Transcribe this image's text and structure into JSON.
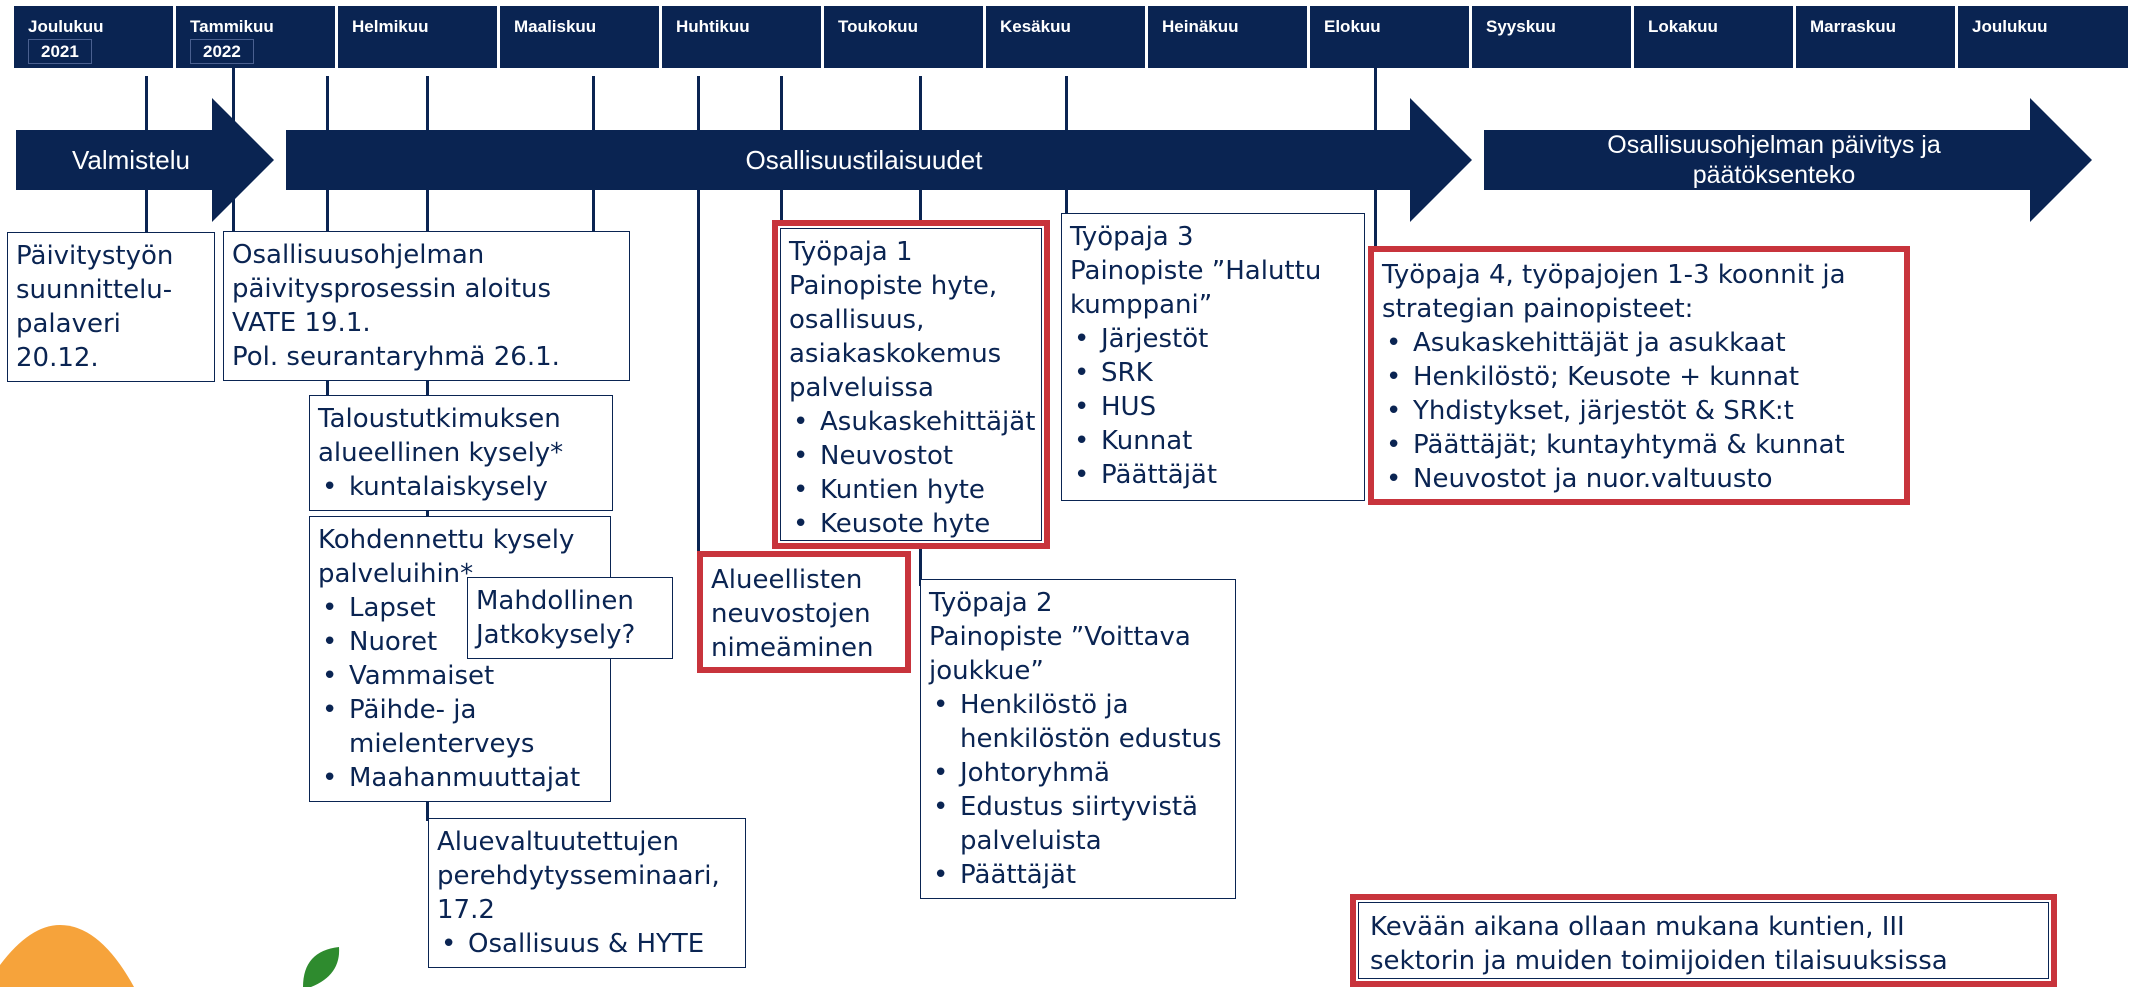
{
  "months": [
    {
      "label": "Joulukuu",
      "year": "2021"
    },
    {
      "label": "Tammikuu",
      "year": "2022"
    },
    {
      "label": "Helmikuu"
    },
    {
      "label": "Maaliskuu"
    },
    {
      "label": "Huhtikuu"
    },
    {
      "label": "Toukokuu"
    },
    {
      "label": "Kesäkuu"
    },
    {
      "label": "Heinäkuu"
    },
    {
      "label": "Elokuu"
    },
    {
      "label": "Syyskuu"
    },
    {
      "label": "Lokakuu"
    },
    {
      "label": "Marraskuu"
    },
    {
      "label": "Joulukuu"
    }
  ],
  "phases": {
    "prep": "Valmistelu",
    "events": "Osallisuustilaisuudet",
    "update_line1": "Osallisuusohjelman päivitys ja",
    "update_line2": "päätöksenteko"
  },
  "boxes": {
    "planning": {
      "lines": [
        "Päivitystyön",
        "suunnittelu-",
        "palaveri",
        "20.12."
      ]
    },
    "kickoff": {
      "lines": [
        "Osallisuusohjelman",
        "päivitysprosessin aloitus",
        "VATE 19.1.",
        "Pol. seurantaryhmä 26.1."
      ]
    },
    "economic_survey": {
      "lines": [
        "Taloustutkimuksen",
        "alueellinen kysely*"
      ],
      "items": [
        "kuntalaiskysely"
      ]
    },
    "targeted_survey": {
      "lines": [
        "Kohdennettu kysely",
        "palveluihin*"
      ],
      "items": [
        "Lapset",
        "Nuoret",
        "Vammaiset",
        "Päihde- ja mielenterveys",
        "Maahanmuuttajat"
      ]
    },
    "followup": {
      "lines": [
        "Mahdollinen",
        "Jatkokysely?"
      ]
    },
    "seminar": {
      "lines": [
        "Aluevaltuutettujen",
        "perehdytysseminaari,",
        "17.2"
      ],
      "items": [
        "Osallisuus & HYTE"
      ]
    },
    "councils": {
      "lines": [
        "Alueellisten",
        "neuvostojen",
        "nimeäminen"
      ]
    },
    "workshop1": {
      "lines": [
        "Työpaja 1",
        "Painopiste hyte,",
        "osallisuus,",
        "asiakaskokemus",
        "palveluissa"
      ],
      "items": [
        "Asukaskehittäjät",
        "Neuvostot",
        "Kuntien hyte",
        "Keusote hyte"
      ]
    },
    "workshop2": {
      "lines": [
        "Työpaja 2",
        "Painopiste ”Voittava",
        "joukkue”"
      ],
      "items": [
        "Henkilöstö ja henkilöstön edustus",
        "Johtoryhmä",
        "Edustus siirtyvistä palveluista",
        "Päättäjät"
      ]
    },
    "workshop3": {
      "lines": [
        "Työpaja 3",
        "Painopiste ”Haluttu",
        "kumppani”"
      ],
      "items": [
        "Järjestöt",
        "SRK",
        "HUS",
        "Kunnat",
        "Päättäjät"
      ]
    },
    "workshop4": {
      "lines": [
        "Työpaja 4, työpajojen 1-3 koonnit ja",
        "strategian painopisteet:"
      ],
      "items": [
        "Asukaskehittäjät ja asukkaat",
        "Henkilöstö; Keusote + kunnat",
        "Yhdistykset, järjestöt & SRK:t",
        "Päättäjät; kuntayhtymä & kunnat",
        "Neuvostot ja nuor.valtuusto"
      ]
    },
    "spring_note": {
      "lines": [
        "Kevään aikana ollaan mukana kuntien, III",
        "sektorin ja muiden toimijoiden tilaisuuksissa"
      ]
    }
  },
  "colors": {
    "navy": "#0a2452",
    "red": "#c8343c",
    "orange": "#f6a33b",
    "green": "#2e8b2e"
  }
}
